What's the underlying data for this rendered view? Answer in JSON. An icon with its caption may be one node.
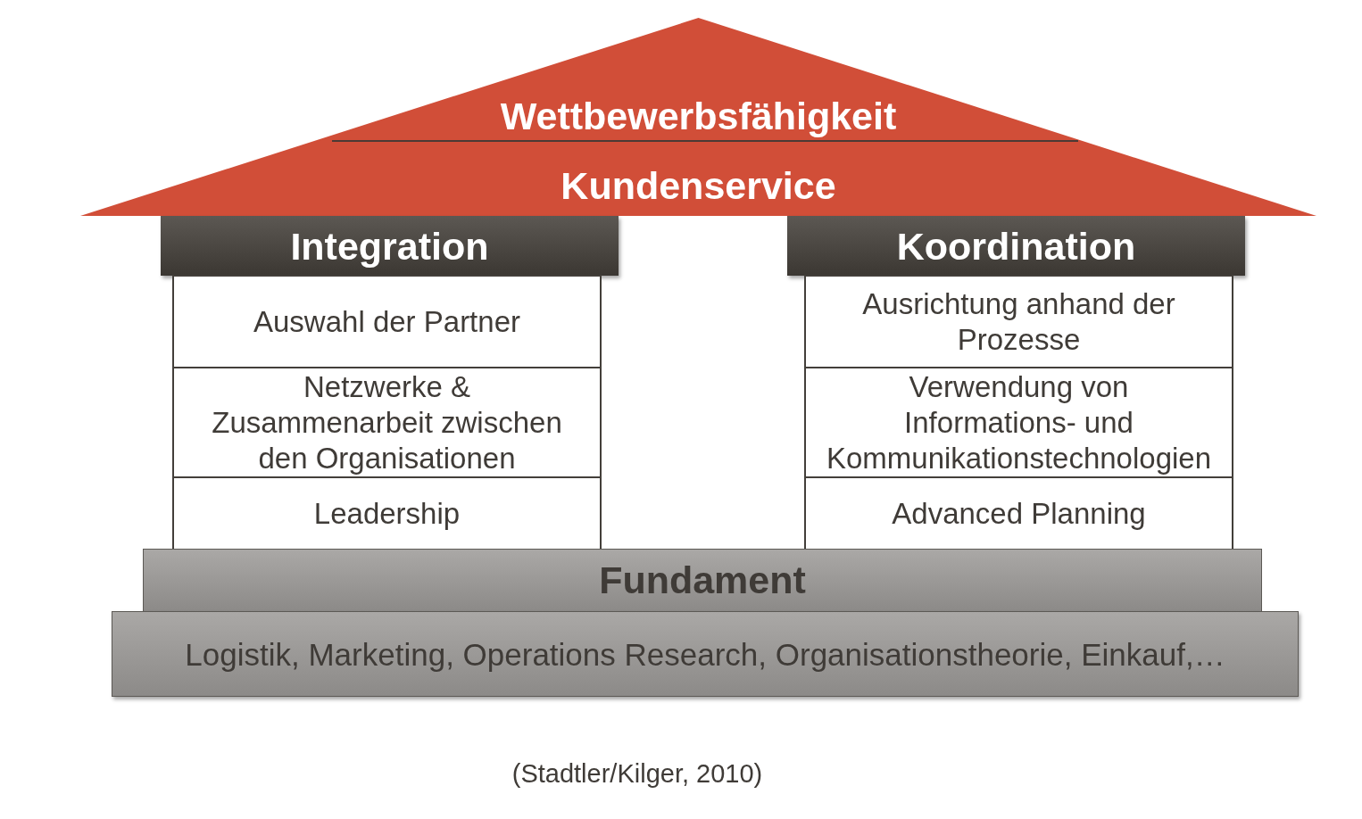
{
  "diagram": {
    "nodes": [
      {
        "text": [
          "Wettbewerbsfähigkeit",
          "Kundenservice"
        ]
      },
      {
        "text": [
          "Integration"
        ]
      },
      {
        "text": [
          "Auswahl der Partner"
        ]
      },
      {
        "text": [
          "Netzwerke & Zusammenarbeit zwischen den Organisationen"
        ]
      },
      {
        "text": [
          "Leadership"
        ]
      },
      {
        "text": [
          "Koordination"
        ]
      },
      {
        "text": [
          "Ausrichtung anhand der Prozesse"
        ]
      },
      {
        "text": [
          "Verwendung von Informations- und Kommunikationstechnologien"
        ]
      },
      {
        "text": [
          "Advanced Planning"
        ]
      },
      {
        "text": [
          "Fundament"
        ]
      },
      {
        "text": [
          "Logistik, Marketing, Operations Research, Organisationstheorie, Einkauf,…"
        ]
      }
    ],
    "caption": "(Stadtler/Kilger, 2010)"
  }
}
